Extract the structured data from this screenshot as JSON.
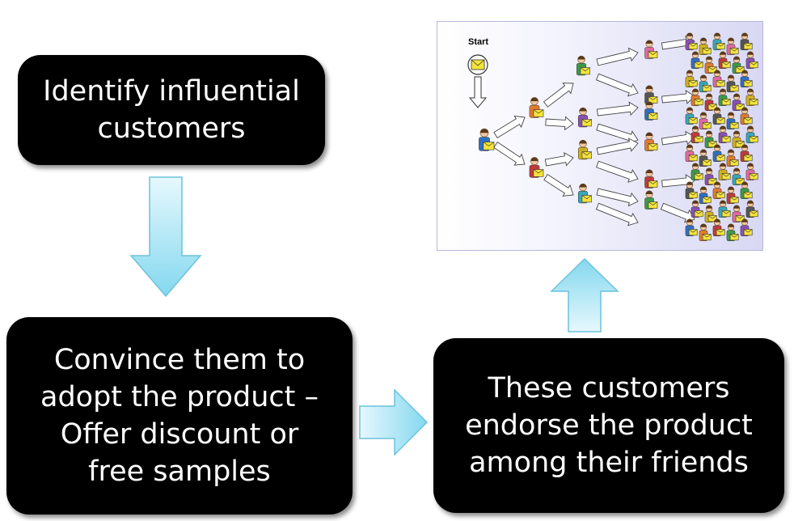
{
  "steps": {
    "identify": "Identify influential\ncustomers",
    "convince": "Convince them to\nadopt the product –\nOffer discount or\nfree samples",
    "endorse": "These customers\nendorse the product\namong their friends"
  },
  "picture": {
    "start_label": "Start"
  },
  "colors": {
    "box_fill": "#000000",
    "box_text": "#ffffff",
    "arrow_fill_top": "#dff5fc",
    "arrow_fill_bottom": "#7fd6ee",
    "arrow_stroke": "#5fb8d6",
    "envelope": "#f5e33b"
  }
}
